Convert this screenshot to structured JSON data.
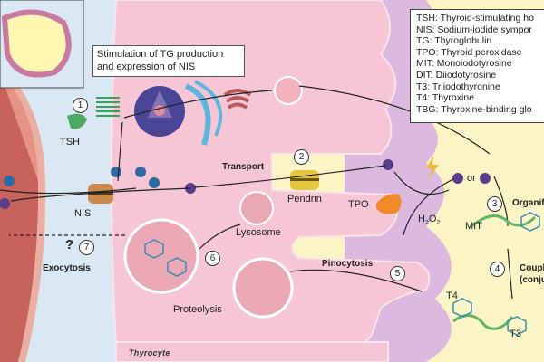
{
  "callout": {
    "line1": "Stimulation of TG production",
    "line2": "and expression of NIS"
  },
  "legend": [
    "TSH: Thyroid-stimulating ho",
    "NIS: Sodium-iodide sympor",
    "TG: Thyroglobulin",
    "TPO: Thyroid peroxidase",
    "MIT: Monoiodotyrosine",
    "DIT: Diiodotyrosine",
    "T3: Triiodothyronine",
    "T4: Thyroxine",
    "TBG: Thyroxine-binding glo"
  ],
  "steps": [
    "1",
    "2",
    "3",
    "4",
    "5",
    "6",
    "7"
  ],
  "labels": {
    "tsh": "TSH",
    "nis": "NIS",
    "transport": "Transport",
    "pendrin": "Pendrin",
    "tpo": "TPO",
    "h2o2_h": "H",
    "h2o2_2a": "2",
    "h2o2_o": "O",
    "h2o2_2b": "2",
    "or": "or",
    "organification": "Organifi",
    "mit": "MIT",
    "coupling1": "Coupl",
    "coupling2": "(conju",
    "t4": "T4",
    "t3": "T3",
    "pinocytosis": "Pinocytosis",
    "lysosome": "Lysosome",
    "proteolysis": "Proteolysis",
    "question": "?",
    "exocytosis": "Exocytosis",
    "thyrocyte": "Thyrocyte"
  },
  "colors": {
    "colloid": "#fbf5c6",
    "cell": "#f6c6d4",
    "interstitium": "#d9e8f3",
    "vessel": "#c8625c",
    "apical": "#d9b7dc"
  }
}
